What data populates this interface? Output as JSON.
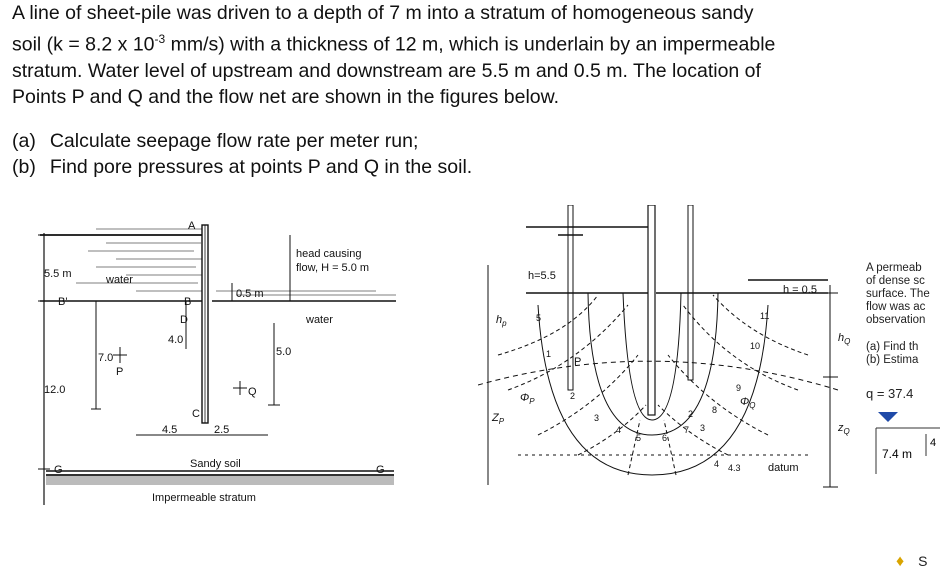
{
  "problem": {
    "line1": "A line of sheet-pile was driven to a depth of 7 m into a stratum of homogeneous sandy",
    "line2_pre": "soil (k = 8.2 x 10",
    "line2_exp": "-3",
    "line2_post": " mm/s) with a thickness of 12 m, which is underlain by an impermeable",
    "line3": "stratum. Water level of upstream and downstream are 5.5 m and 0.5 m. The location of",
    "line4": "Points P and Q and the flow net are shown in the figures below.",
    "part_a_tag": "(a)",
    "part_a": "Calculate seepage flow rate per meter run;",
    "part_b_tag": "(b)",
    "part_b": "Find pore pressures at points P and Q in the soil."
  },
  "figure_left": {
    "label_A": "A",
    "label_B": "B",
    "label_B2": "B'",
    "label_C": "C",
    "label_D": "D",
    "label_G": "G",
    "label_G2": "G",
    "label_P": "P",
    "label_Q": "Q",
    "dim_upstream": "5.5 m",
    "dim_downstream": "0.5 m",
    "dim_thickness": "12.0",
    "dim_pile": "7.0",
    "dim_4": "4.0",
    "dim_5": "5.0",
    "dim_45": "4.5",
    "dim_25": "2.5",
    "head_causing_1": "head causing",
    "head_causing_2": "flow, H = 5.0 m",
    "water_left": "water",
    "water_right": "water",
    "sandy_soil": "Sandy soil",
    "impermeable": "Impermeable stratum"
  },
  "figure_right": {
    "h_upstream": "h=5.5",
    "h_downstream": "h = 0.5",
    "hp": "h",
    "hp_sub": "p",
    "hq": "h",
    "hq_sub": "Q",
    "zp": "Z",
    "zp_sub": "P",
    "zq": "z",
    "zq_sub": "Q",
    "phi_p": "Φ",
    "phi_p_sub": "P",
    "phi_q": "Φ",
    "phi_q_sub": "Q",
    "label_P": "P",
    "datum": "datum",
    "eq_numbers": [
      "5",
      "1",
      "2",
      "3",
      "4",
      "5",
      "6",
      "7",
      "8",
      "9",
      "10",
      "11",
      "2",
      "3",
      "4",
      "4.3"
    ]
  },
  "side_panel": {
    "text_lines": [
      "A permeab",
      "of dense sc",
      "surface. The",
      "flow was ac",
      "observation"
    ],
    "item_a": "(a)  Find th",
    "item_b": "(b)  Estima",
    "q_value": "q = 37.4",
    "dim_4": "4",
    "dim_74": "7.4 m",
    "bottom_icon": "puzzle-icon",
    "bottom_text": "S"
  }
}
